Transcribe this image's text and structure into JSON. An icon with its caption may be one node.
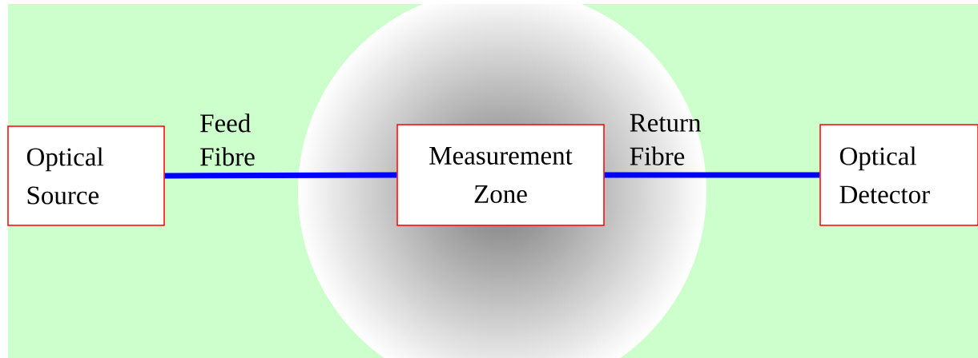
{
  "diagram": {
    "nodes": [
      {
        "text": [
          "Optical Source"
        ]
      },
      {
        "text": [
          "Measurement Zone"
        ]
      },
      {
        "text": [
          "Optical Detector"
        ]
      }
    ],
    "edges": [
      {
        "from": 0,
        "to": 1,
        "arrow": "none",
        "label": "Feed Fibre"
      },
      {
        "from": 1,
        "to": 2,
        "arrow": "none",
        "label": "Return Fibre"
      }
    ]
  }
}
